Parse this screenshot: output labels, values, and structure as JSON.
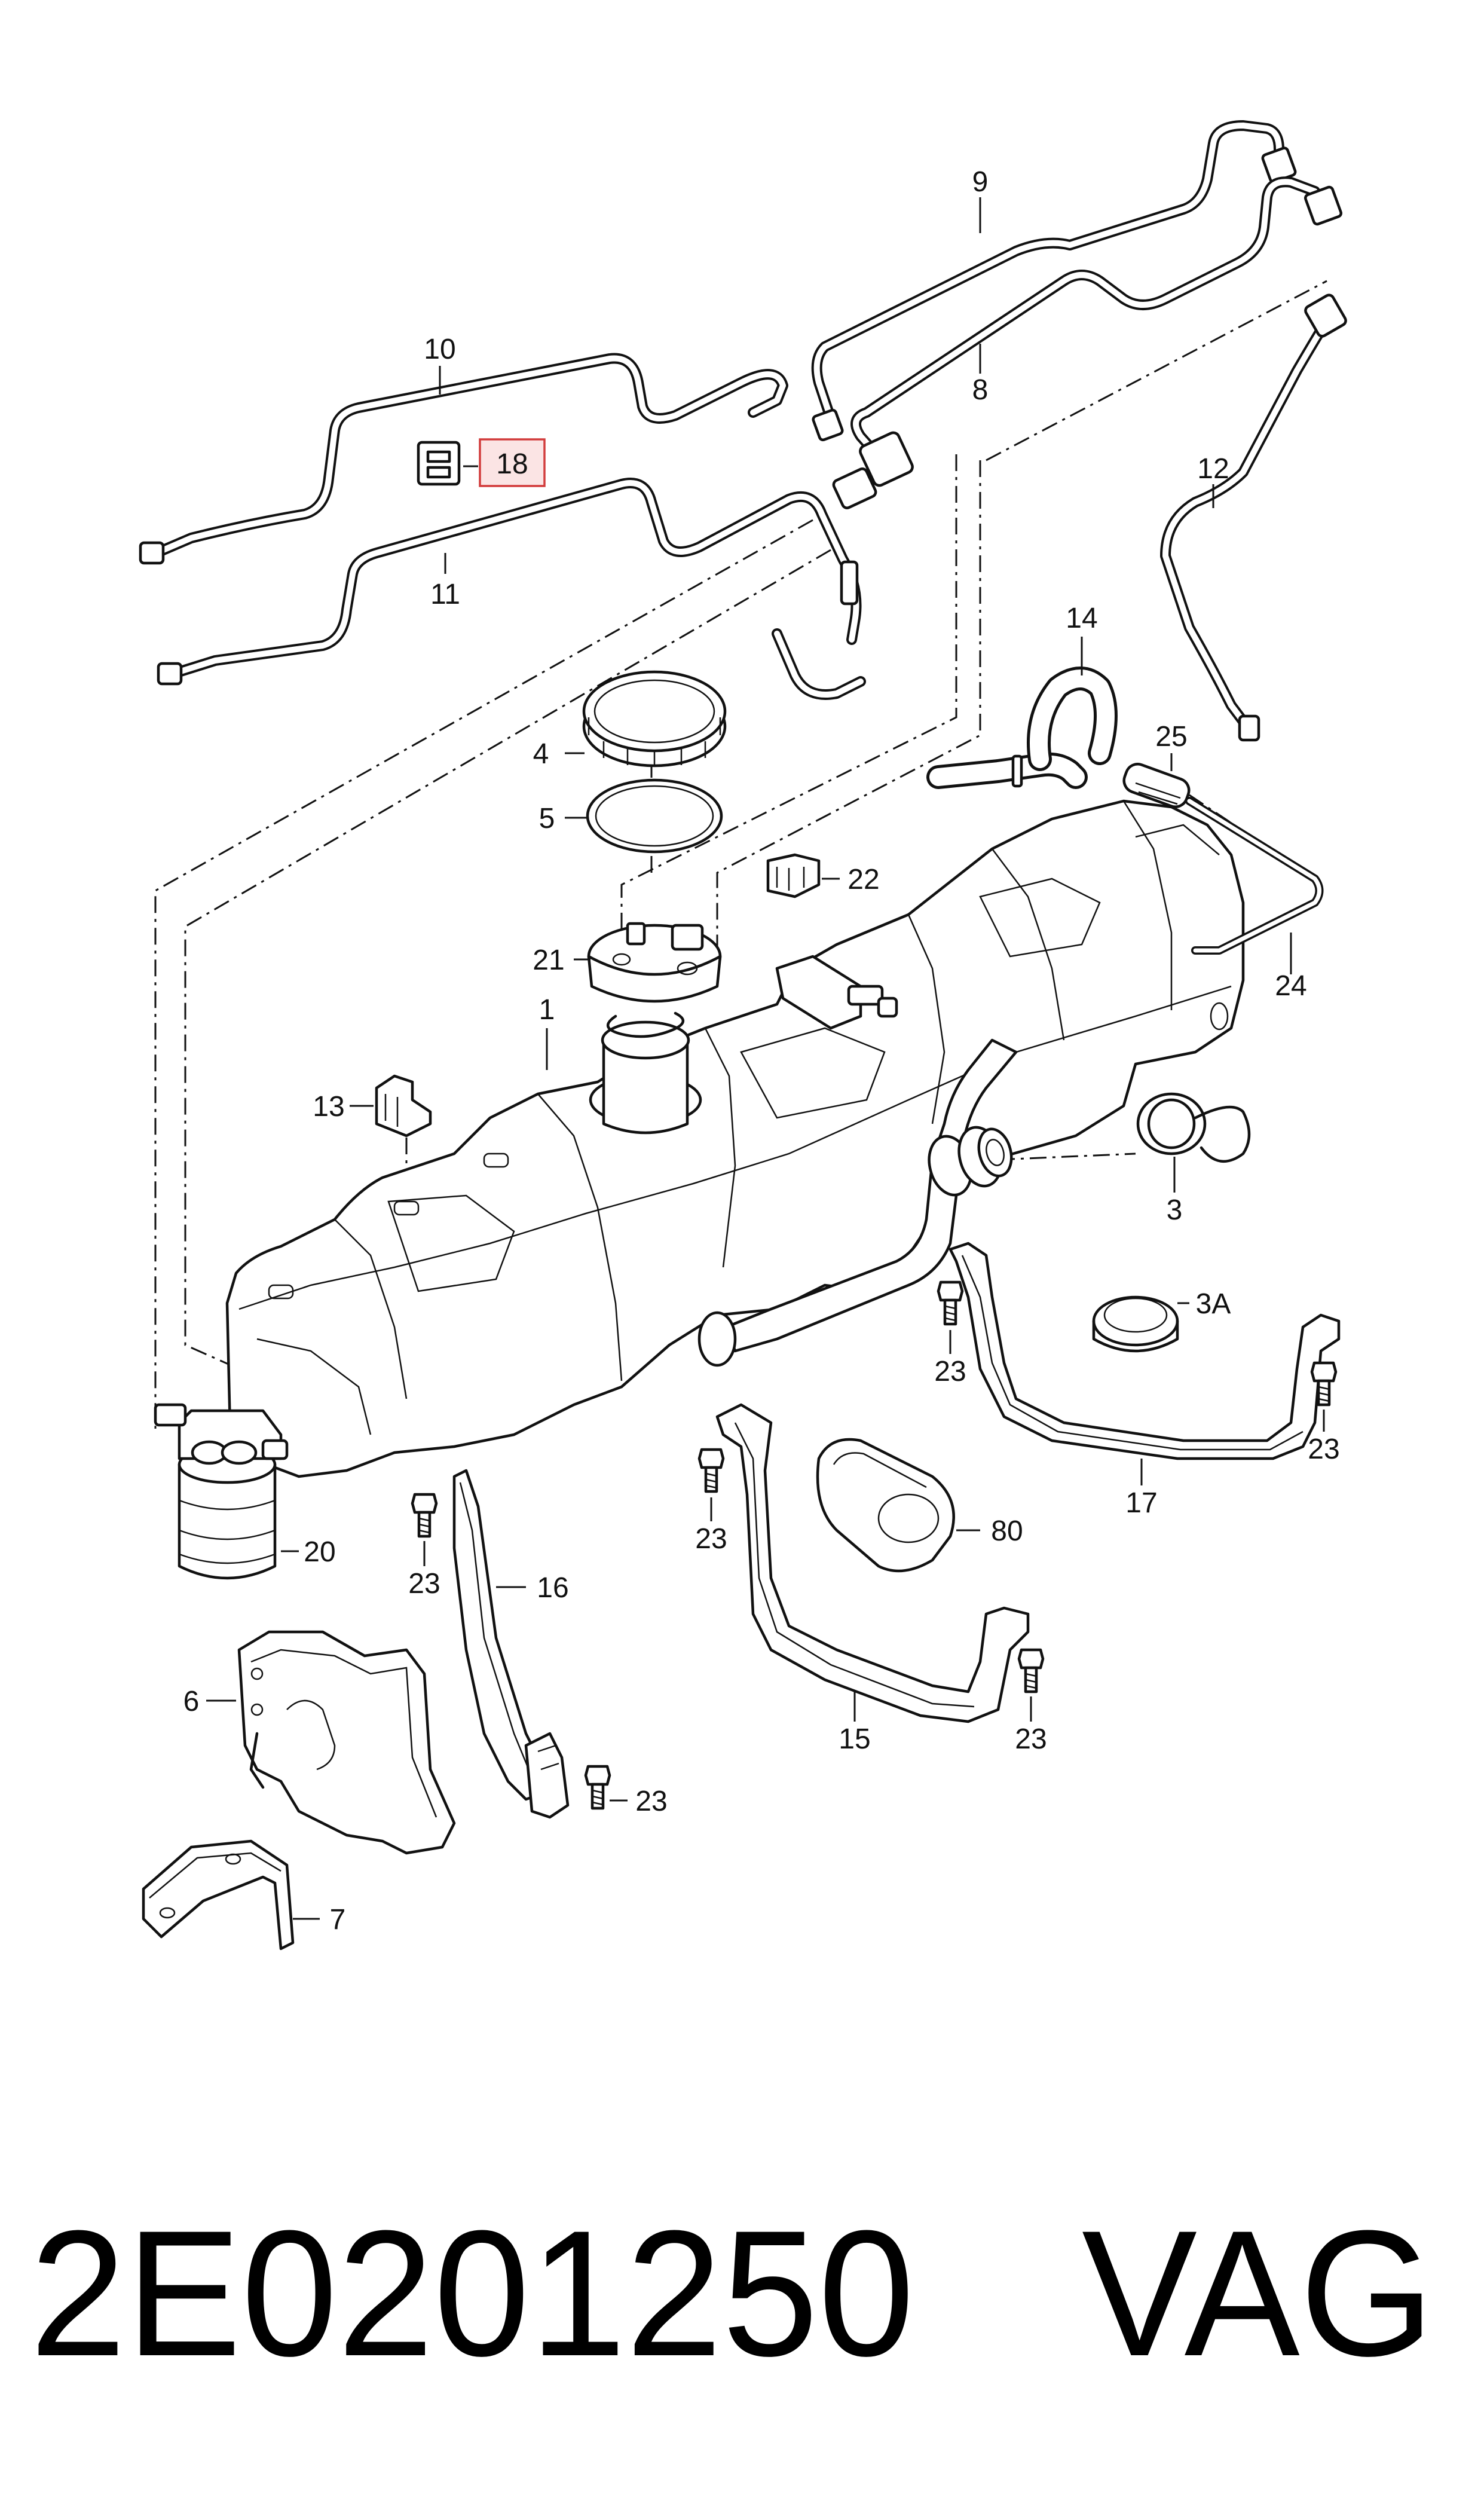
{
  "labels": {
    "p1": "1",
    "p3": "3",
    "p3a": "3A",
    "p4": "4",
    "p5": "5",
    "p6": "6",
    "p7": "7",
    "p8": "8",
    "p9": "9",
    "p10": "10",
    "p11": "11",
    "p12": "12",
    "p13": "13",
    "p14": "14",
    "p15": "15",
    "p16": "16",
    "p17": "17",
    "p18": "18",
    "p20": "20",
    "p21": "21",
    "p22": "22",
    "p23": "23",
    "p24": "24",
    "p25": "25",
    "p80": "80"
  },
  "highlight": {
    "part": "18",
    "color": "#d23b3b"
  },
  "footer": {
    "part_number": "2E0201250",
    "brand": "VAG"
  }
}
